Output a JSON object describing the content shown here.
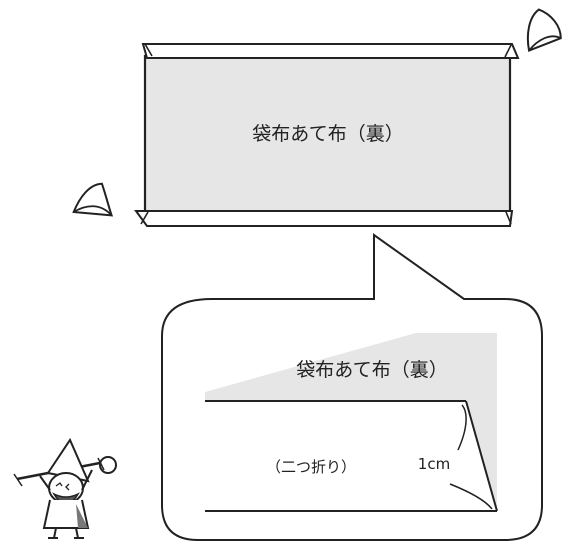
{
  "main_panel": {
    "label": "袋布あて布（裏）"
  },
  "detail_callout": {
    "label": "袋布あて布（裏）",
    "fold_label": "（二つ折り）",
    "measurement": "1cm"
  },
  "colors": {
    "fabric_fill": "#e6e6e6",
    "stroke": "#222222",
    "background": "#ffffff"
  },
  "icons": [
    "fold-arrow-icon",
    "fold-arrow-icon",
    "wizard-mascot-icon"
  ]
}
